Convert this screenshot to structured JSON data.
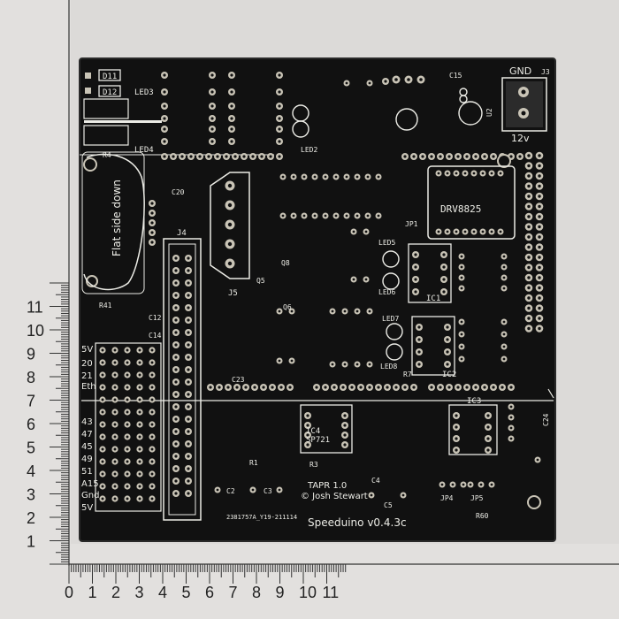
{
  "ruler": {
    "x_numbers": [
      "0",
      "1",
      "2",
      "3",
      "4",
      "5",
      "6",
      "7",
      "8",
      "9",
      "10",
      "11"
    ],
    "y_numbers": [
      "11",
      "10",
      "9",
      "8",
      "7",
      "6",
      "5",
      "4",
      "3",
      "2",
      "1"
    ]
  },
  "board": {
    "title": "Speeduino v0.4.3c",
    "credit_1": "TAPR 1.0",
    "credit_2": "© Josh Stewart",
    "batch_code": "2381757A_Y19-211114",
    "flat_side_note": "Flat side down",
    "driver_chip": "DRV8825",
    "power_gnd": "GND",
    "power_12v": "12v",
    "left_pin_labels": [
      "5V",
      "20",
      "21",
      "Eth",
      "43",
      "47",
      "45",
      "49",
      "51",
      "A15",
      "Gnd",
      "5V"
    ]
  },
  "colors": {
    "background": "#dcdad8",
    "pcb": "#111111",
    "silkscreen": "#ecece6",
    "pad": "#c9c4b6",
    "ruler_mark": "#333333"
  }
}
